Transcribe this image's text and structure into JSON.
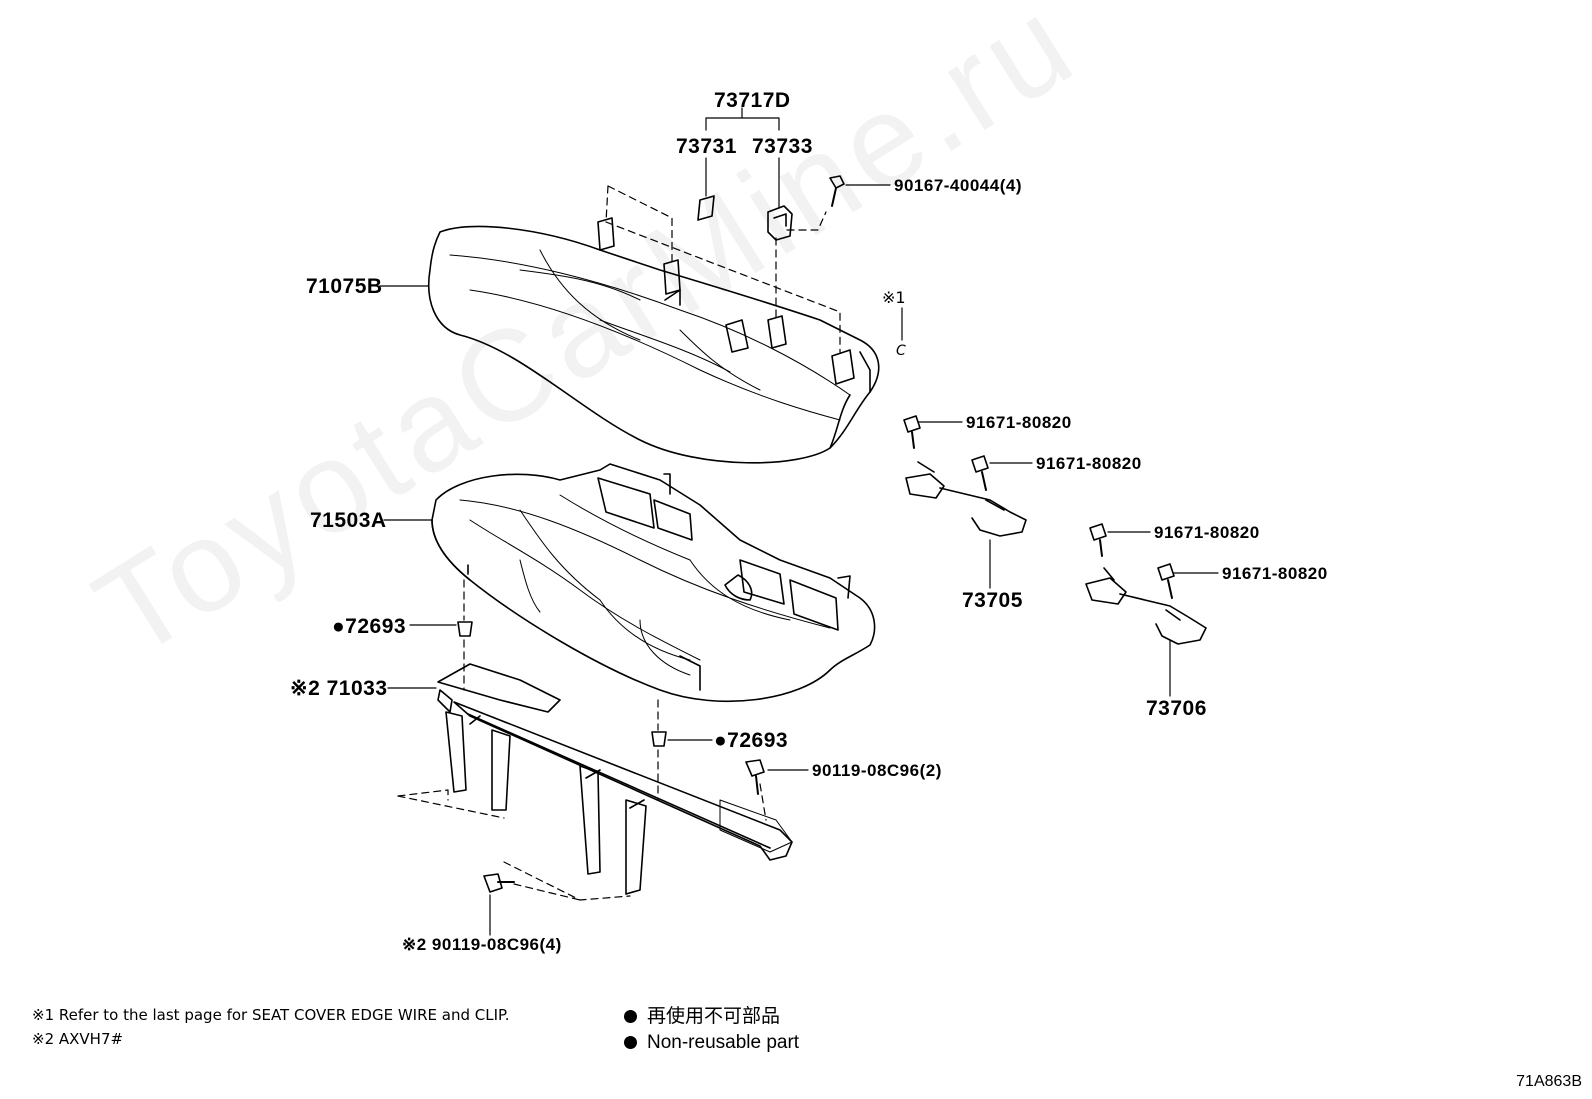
{
  "parts": {
    "p73717D": "73717D",
    "p73731": "73731",
    "p73733": "73733",
    "p90167": "90167-40044(4)",
    "p71075B": "71075B",
    "note1_mark": "※1",
    "clip_mark": "C",
    "p91671_a": "91671-80820",
    "p91671_b": "91671-80820",
    "p91671_c": "91671-80820",
    "p91671_d": "91671-80820",
    "p71503A": "71503A",
    "p73705": "73705",
    "p73706": "73706",
    "p72693_left": "●72693",
    "p71033": "※2 71033",
    "p72693_right": "●72693",
    "p90119_2": "90119-08C96(2)",
    "p90119_4": "※2 90119-08C96(4)"
  },
  "notes": {
    "n1": "※1 Refer to the last page for SEAT COVER EDGE WIRE and CLIP.",
    "n2": "※2 AXVH7#"
  },
  "legend": {
    "jp": "再使用不可部品",
    "en": "Non-reusable part"
  },
  "figure_code": "71A863B",
  "watermark": "ToyotaCarMine.ru"
}
